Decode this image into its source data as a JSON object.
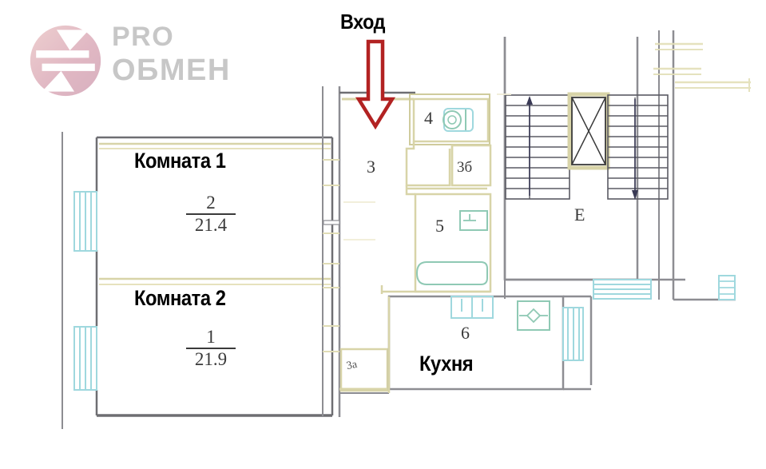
{
  "watermark": {
    "name": "pro-obmen-logo",
    "line1": "PRO",
    "line2": "ОБМЕН",
    "mark_color": "#c97f94",
    "text_color": "#9a9a9a"
  },
  "annotations": {
    "entrance_label": "Вход",
    "entrance_arrow_color": "#b22222",
    "room1_label": "Комната 1",
    "room2_label": "Комната 2",
    "kitchen_label": "Кухня"
  },
  "rooms": [
    {
      "id": "room-2",
      "number": "2",
      "area": "21.4",
      "caption": "Комната 1"
    },
    {
      "id": "room-1",
      "number": "1",
      "area": "21.9",
      "caption": "Комната 2"
    },
    {
      "id": "corridor-3",
      "number": "3",
      "caption": ""
    },
    {
      "id": "wc-4",
      "number": "4",
      "caption": ""
    },
    {
      "id": "closet-3b",
      "number": "3б",
      "caption": ""
    },
    {
      "id": "bath-5",
      "number": "5",
      "caption": ""
    },
    {
      "id": "kitchen-6",
      "number": "6",
      "caption": "Кухня"
    },
    {
      "id": "storage-3a",
      "number": "3а",
      "caption": ""
    }
  ],
  "stairwell": {
    "label": "Е",
    "up_arrow": "↑",
    "down_arrow": "↓"
  },
  "colors": {
    "wall": "#6e6e72",
    "thin_wall": "#8d8d92",
    "partition": "#d8d4a8",
    "window": "#9fd8de",
    "fixture": "#b9d6c4",
    "red": "#b22222"
  }
}
